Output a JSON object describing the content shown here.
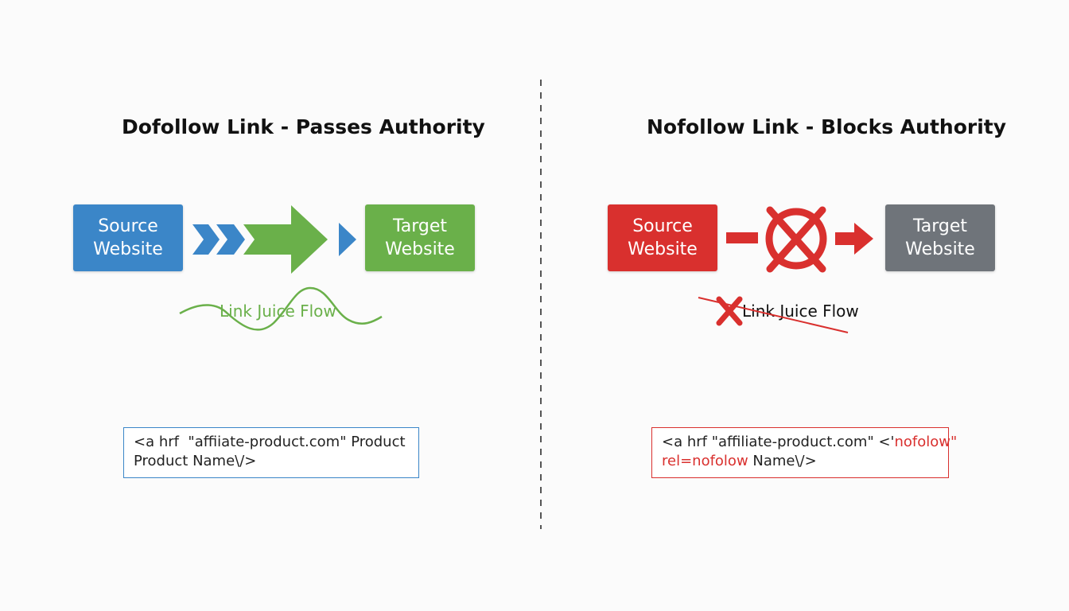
{
  "left": {
    "title": "Dofollow Link - Passes Authority",
    "source": {
      "line1": "Source",
      "line2": "Website"
    },
    "target": {
      "line1": "Target",
      "line2": "Website"
    },
    "flow_label": "Link Juice Flow",
    "code": {
      "line1": "<a hrf  \"affiiate-product.com\" Product",
      "line2": "Product Name\\/>"
    },
    "colors": {
      "source": "#3b86c8",
      "target": "#6ab04a",
      "arrow": "#6ab04a",
      "chevron": "#3b86c8"
    }
  },
  "right": {
    "title": "Nofollow Link - Blocks Authority",
    "source": {
      "line1": "Source",
      "line2": "Website"
    },
    "target": {
      "line1": "Target",
      "line2": "Website"
    },
    "flow_label": "Link Juice Flow",
    "code": {
      "line1_prefix": "<a hrf \"affiliate-product.com\" <'",
      "line1_highlight": "nofolow\"",
      "line2_highlight": "rel=nofolow",
      "line2_suffix": " Name\\/>"
    },
    "colors": {
      "source": "#d9302e",
      "target": "#6f747a",
      "block": "#d9302e"
    }
  }
}
